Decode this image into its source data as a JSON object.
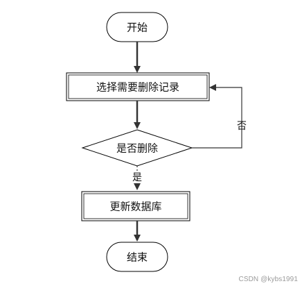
{
  "nodes": {
    "start": {
      "label": "开始",
      "shape": "terminator"
    },
    "select": {
      "label": "选择需要删除记录",
      "shape": "process"
    },
    "decision": {
      "label": "是否删除",
      "shape": "decision"
    },
    "update": {
      "label": "更新数据库",
      "shape": "process"
    },
    "end": {
      "label": "结束",
      "shape": "terminator"
    }
  },
  "edges": {
    "yes_label": "是",
    "no_label": "否"
  },
  "colors": {
    "stroke": "#000000",
    "arrow": "#333333",
    "process_fill": "#ffffff",
    "terminator_fill": "#ffffff"
  },
  "watermark": "CSDN @kybs1991"
}
